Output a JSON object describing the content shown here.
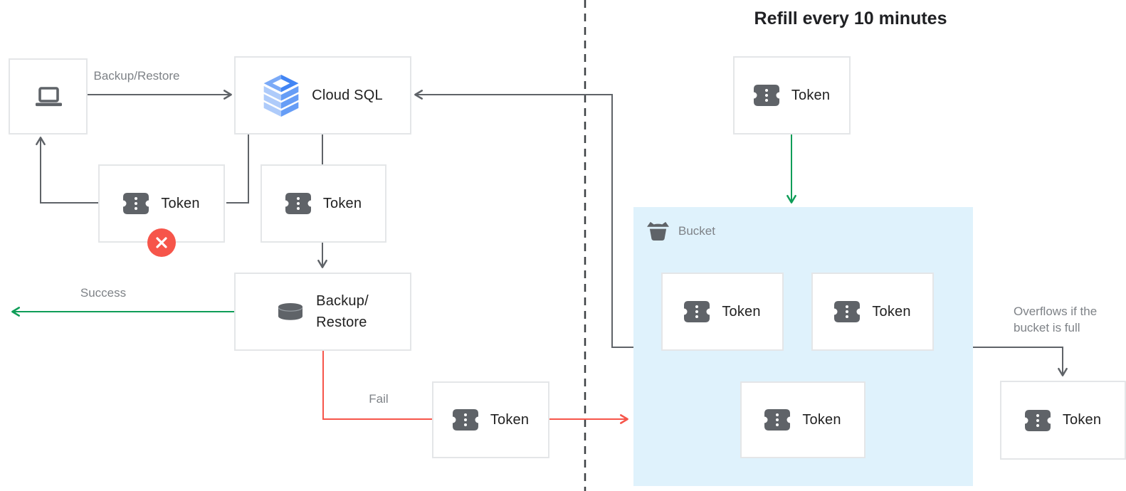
{
  "title": "Refill every 10 minutes",
  "nodes": {
    "client": {
      "icon": "laptop-icon"
    },
    "cloud_sql": {
      "label": "Cloud SQL",
      "icon": "cloud-sql-icon"
    },
    "token_rejected": {
      "label": "Token",
      "badge": "rejected-x-badge"
    },
    "token_request": {
      "label": "Token"
    },
    "backup_restore": {
      "label": "Backup/\nRestore",
      "icon": "database-icon"
    },
    "token_failed": {
      "label": "Token"
    },
    "token_refill": {
      "label": "Token"
    },
    "token_overflow": {
      "label": "Token"
    }
  },
  "bucket": {
    "label": "Bucket",
    "tokens": [
      "Token",
      "Token",
      "Token"
    ]
  },
  "edge_labels": {
    "backup_restore": "Backup/Restore",
    "success": "Success",
    "fail": "Fail",
    "overflow": "Overflows if the\nbucket is full"
  },
  "colors": {
    "connector_gray": "#5f6368",
    "success_green": "#0f9d58",
    "fail_red": "#f6554a",
    "bucket_fill": "#dff2fc",
    "label_gray": "#7e8287",
    "text_dark": "#202124",
    "cloud_sql_blue": "#4285f4"
  }
}
